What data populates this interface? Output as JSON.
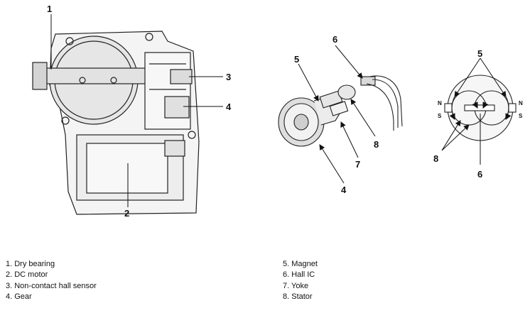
{
  "callouts": {
    "assembly": {
      "n1": "1",
      "n2": "2",
      "n3": "3",
      "n4": "4"
    },
    "exploded": {
      "n4": "4",
      "n5": "5",
      "n6": "6",
      "n7": "7",
      "n8": "8"
    },
    "magnet": {
      "n5": "5",
      "n6": "6",
      "n8": "8",
      "pole_n": "N",
      "pole_s": "S"
    }
  },
  "legend": [
    "1. Dry bearing",
    "2. DC motor",
    "3. Non-contact hall sensor",
    "4. Gear",
    "5. Magnet",
    "6. Hall IC",
    "7. Yoke",
    "8. Stator"
  ]
}
